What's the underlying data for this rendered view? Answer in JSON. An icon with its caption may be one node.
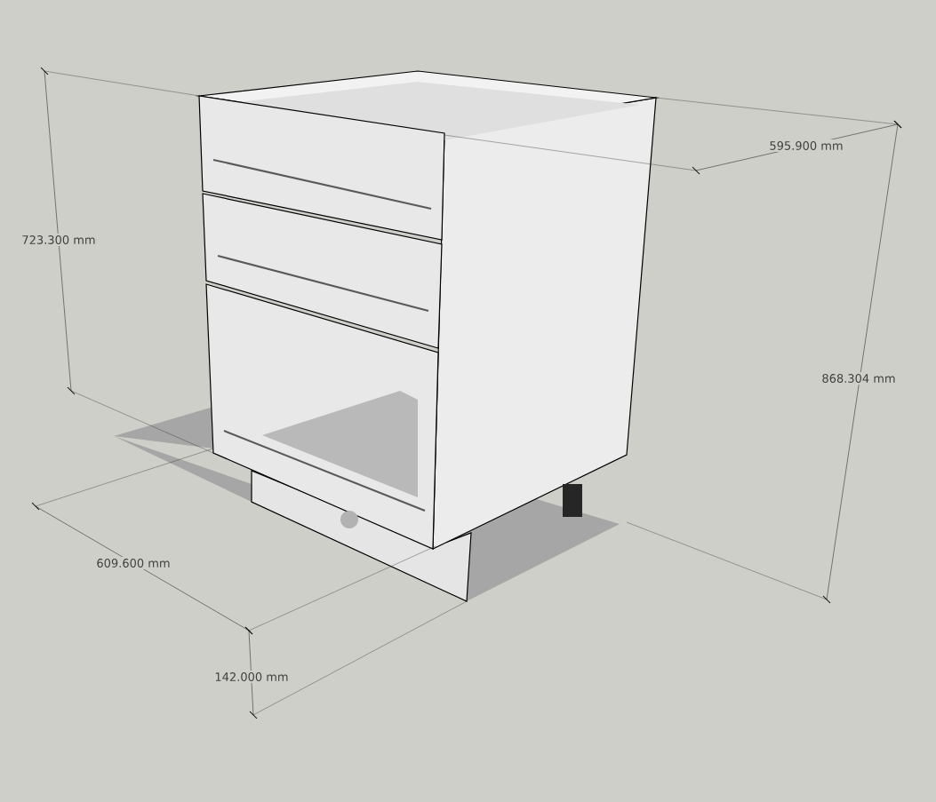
{
  "diagram": {
    "labels": [
      "595.900 mm",
      "723.300 mm",
      "868.304 mm",
      "609.600 mm",
      "142.000 mm"
    ]
  }
}
